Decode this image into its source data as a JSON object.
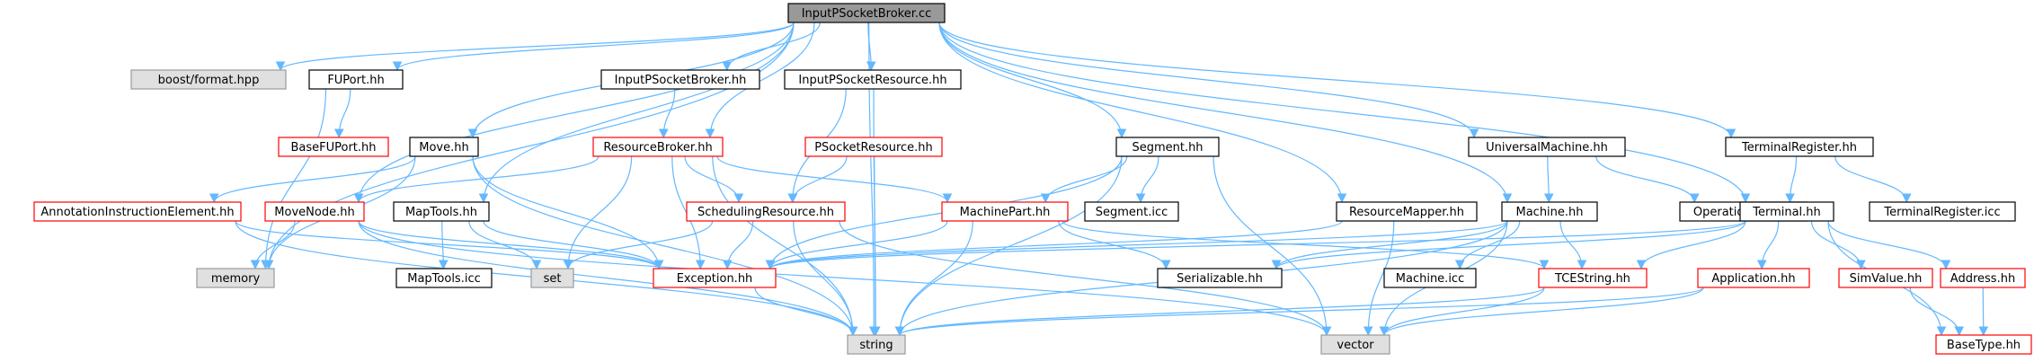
{
  "colors": {
    "edge": "#63b8ff",
    "root_fill": "#999999",
    "external_fill": "#e0e0e0",
    "external_border": "#999999",
    "node_fill": "#ffffff",
    "node_border": "#000000",
    "incomplete_border": "#ff0000"
  },
  "nodes": [
    {
      "id": "root",
      "label": "InputPSocketBroker.cc",
      "style": "root"
    },
    {
      "id": "boost",
      "label": "boost/format.hpp",
      "style": "external"
    },
    {
      "id": "fuport",
      "label": "FUPort.hh",
      "style": "normal"
    },
    {
      "id": "ipsb_hh",
      "label": "InputPSocketBroker.hh",
      "style": "normal"
    },
    {
      "id": "ipsr_hh",
      "label": "InputPSocketResource.hh",
      "style": "normal"
    },
    {
      "id": "basefuport",
      "label": "BaseFUPort.hh",
      "style": "red"
    },
    {
      "id": "move",
      "label": "Move.hh",
      "style": "normal"
    },
    {
      "id": "resbroker",
      "label": "ResourceBroker.hh",
      "style": "red"
    },
    {
      "id": "psockres",
      "label": "PSocketResource.hh",
      "style": "red"
    },
    {
      "id": "segment",
      "label": "Segment.hh",
      "style": "normal"
    },
    {
      "id": "univmach",
      "label": "UniversalMachine.hh",
      "style": "normal"
    },
    {
      "id": "termreg",
      "label": "TerminalRegister.hh",
      "style": "normal"
    },
    {
      "id": "annot",
      "label": "AnnotationInstructionElement.hh",
      "style": "red"
    },
    {
      "id": "movenode",
      "label": "MoveNode.hh",
      "style": "red"
    },
    {
      "id": "maptools",
      "label": "MapTools.hh",
      "style": "normal"
    },
    {
      "id": "schedres",
      "label": "SchedulingResource.hh",
      "style": "red"
    },
    {
      "id": "machpart",
      "label": "MachinePart.hh",
      "style": "red"
    },
    {
      "id": "segicc",
      "label": "Segment.icc",
      "style": "normal"
    },
    {
      "id": "resmapper",
      "label": "ResourceMapper.hh",
      "style": "normal"
    },
    {
      "id": "machine",
      "label": "Machine.hh",
      "style": "normal"
    },
    {
      "id": "oppool",
      "label": "OperationPool.hh",
      "style": "normal"
    },
    {
      "id": "terminal",
      "label": "Terminal.hh",
      "style": "normal"
    },
    {
      "id": "termregicc",
      "label": "TerminalRegister.icc",
      "style": "normal"
    },
    {
      "id": "memory",
      "label": "memory",
      "style": "external"
    },
    {
      "id": "maptoolsicc",
      "label": "MapTools.icc",
      "style": "normal"
    },
    {
      "id": "set",
      "label": "set",
      "style": "external"
    },
    {
      "id": "exception",
      "label": "Exception.hh",
      "style": "red"
    },
    {
      "id": "serializable",
      "label": "Serializable.hh",
      "style": "normal"
    },
    {
      "id": "machicc",
      "label": "Machine.icc",
      "style": "normal"
    },
    {
      "id": "tcestring",
      "label": "TCEString.hh",
      "style": "red"
    },
    {
      "id": "application",
      "label": "Application.hh",
      "style": "red"
    },
    {
      "id": "simvalue",
      "label": "SimValue.hh",
      "style": "red"
    },
    {
      "id": "address",
      "label": "Address.hh",
      "style": "red"
    },
    {
      "id": "string",
      "label": "string",
      "style": "external"
    },
    {
      "id": "vector",
      "label": "vector",
      "style": "external"
    },
    {
      "id": "basetype",
      "label": "BaseType.hh",
      "style": "red"
    }
  ],
  "edges": [
    [
      "root",
      "boost"
    ],
    [
      "root",
      "fuport"
    ],
    [
      "root",
      "ipsb_hh"
    ],
    [
      "root",
      "ipsr_hh"
    ],
    [
      "root",
      "move"
    ],
    [
      "root",
      "resbroker"
    ],
    [
      "root",
      "segment"
    ],
    [
      "root",
      "univmach"
    ],
    [
      "root",
      "termreg"
    ],
    [
      "root",
      "maptools"
    ],
    [
      "root",
      "resmapper"
    ],
    [
      "root",
      "machine"
    ],
    [
      "root",
      "terminal"
    ],
    [
      "root",
      "memory"
    ],
    [
      "root",
      "string"
    ],
    [
      "root",
      "movenode"
    ],
    [
      "fuport",
      "basefuport"
    ],
    [
      "fuport",
      "memory"
    ],
    [
      "ipsb_hh",
      "resbroker"
    ],
    [
      "ipsr_hh",
      "schedres"
    ],
    [
      "ipsr_hh",
      "string"
    ],
    [
      "psockres",
      "schedres"
    ],
    [
      "psockres",
      "string"
    ],
    [
      "move",
      "annot"
    ],
    [
      "move",
      "memory"
    ],
    [
      "move",
      "exception"
    ],
    [
      "move",
      "string"
    ],
    [
      "resbroker",
      "movenode"
    ],
    [
      "resbroker",
      "schedres"
    ],
    [
      "resbroker",
      "machpart"
    ],
    [
      "resbroker",
      "set"
    ],
    [
      "resbroker",
      "exception"
    ],
    [
      "resbroker",
      "string"
    ],
    [
      "segment",
      "machpart"
    ],
    [
      "segment",
      "segicc"
    ],
    [
      "segment",
      "exception"
    ],
    [
      "segment",
      "string"
    ],
    [
      "segment",
      "vector"
    ],
    [
      "univmach",
      "machine"
    ],
    [
      "univmach",
      "oppool"
    ],
    [
      "termreg",
      "terminal"
    ],
    [
      "termreg",
      "termregicc"
    ],
    [
      "annot",
      "exception"
    ],
    [
      "annot",
      "string"
    ],
    [
      "movenode",
      "memory"
    ],
    [
      "movenode",
      "exception"
    ],
    [
      "movenode",
      "string"
    ],
    [
      "movenode",
      "vector"
    ],
    [
      "maptools",
      "maptoolsicc"
    ],
    [
      "maptools",
      "set"
    ],
    [
      "maptools",
      "exception"
    ],
    [
      "schedres",
      "set"
    ],
    [
      "schedres",
      "exception"
    ],
    [
      "schedres",
      "string"
    ],
    [
      "schedres",
      "vector"
    ],
    [
      "machpart",
      "serializable"
    ],
    [
      "machpart",
      "exception"
    ],
    [
      "machpart",
      "string"
    ],
    [
      "machpart",
      "tcestring"
    ],
    [
      "resmapper",
      "exception"
    ],
    [
      "resmapper",
      "vector"
    ],
    [
      "machine",
      "exception"
    ],
    [
      "machine",
      "serializable"
    ],
    [
      "machine",
      "machicc"
    ],
    [
      "machine",
      "tcestring"
    ],
    [
      "machine",
      "string"
    ],
    [
      "machine",
      "vector"
    ],
    [
      "terminal",
      "exception"
    ],
    [
      "terminal",
      "serializable"
    ],
    [
      "terminal",
      "tcestring"
    ],
    [
      "terminal",
      "application"
    ],
    [
      "terminal",
      "simvalue"
    ],
    [
      "terminal",
      "address"
    ],
    [
      "terminal",
      "basetype"
    ],
    [
      "exception",
      "string"
    ],
    [
      "tcestring",
      "string"
    ],
    [
      "tcestring",
      "vector"
    ],
    [
      "application",
      "string"
    ],
    [
      "application",
      "vector"
    ],
    [
      "simvalue",
      "basetype"
    ],
    [
      "address",
      "basetype"
    ]
  ]
}
